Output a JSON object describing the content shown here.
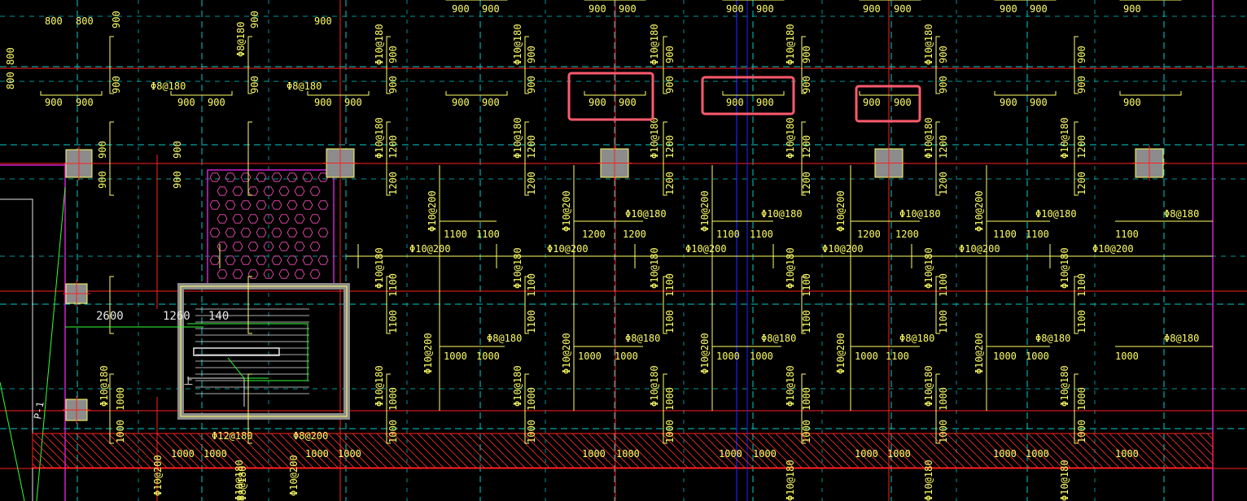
{
  "colors": {
    "background": "#000000",
    "dashed_grid": "#00cccc",
    "red_axis": "#ff2020",
    "rebar": "#ffff66",
    "column": "#8c8c8c",
    "magenta": "#d020d0",
    "blue_axis": "#2020ff",
    "green": "#33ff33",
    "highlight_box": "#ff5a6e",
    "white": "#e6e6e6"
  },
  "labels": {
    "n900": "900",
    "n800": "800",
    "n1000": "1000",
    "n1100": "1100",
    "n1200": "1200",
    "bar_8_180": "Φ8@180",
    "bar_10_180": "Φ10@180",
    "bar_10_200": "Φ10@200",
    "bar_12_180": "Φ12@180",
    "bar_8_200": "Φ8@200"
  },
  "dimensions": {
    "d2600": "2600",
    "d1260": "1260",
    "d140": "140"
  },
  "stair_tag": "P-1",
  "stair_arrow": "上",
  "icons": {
    "hatch_pattern": "hexagon-hatch-icon",
    "stair": "stair-icon"
  }
}
